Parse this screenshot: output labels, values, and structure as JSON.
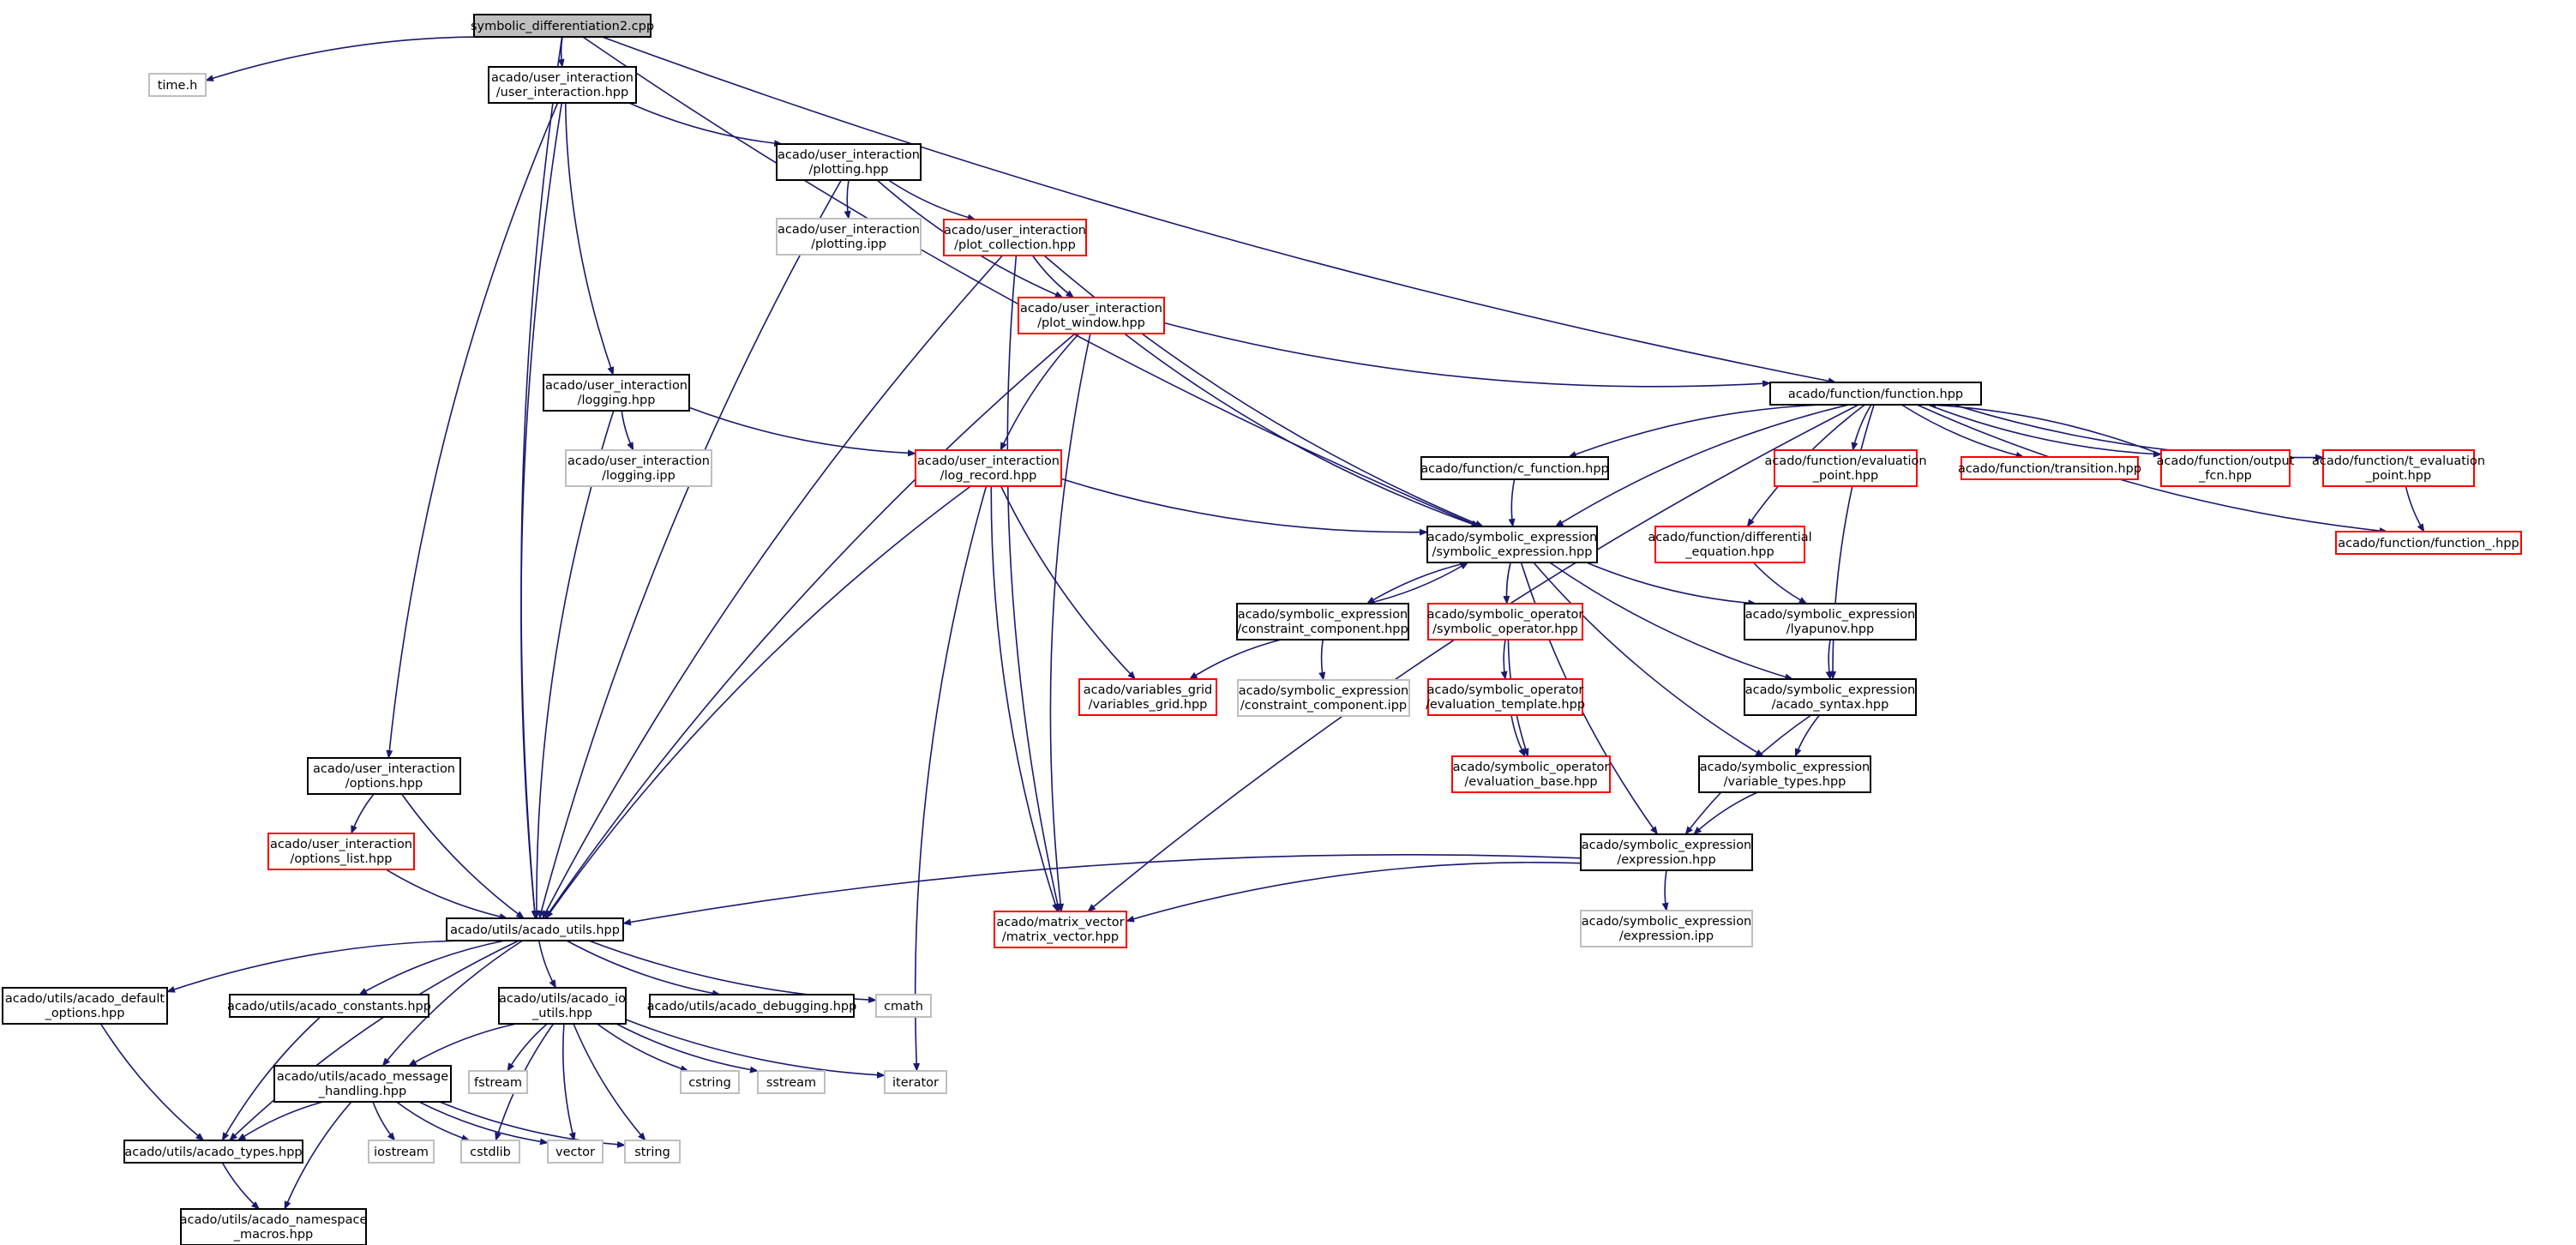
{
  "colors": {
    "edge": "#191970",
    "node_default": "#000000",
    "node_truncated": "#ff0000",
    "node_external": "#bfbfbf",
    "root_fill": "#bfbfbf",
    "background": "#ffffff"
  },
  "nodes": [
    {
      "id": "root",
      "style": "root",
      "lines": [
        "symbolic_differentiation2.cpp"
      ]
    },
    {
      "id": "time_h",
      "style": "external",
      "lines": [
        "time.h"
      ]
    },
    {
      "id": "ui",
      "style": "default",
      "lines": [
        "acado/user_interaction",
        "/user_interaction.hpp"
      ]
    },
    {
      "id": "plotting",
      "style": "default",
      "lines": [
        "acado/user_interaction",
        "/plotting.hpp"
      ]
    },
    {
      "id": "plotting_ipp",
      "style": "external",
      "lines": [
        "acado/user_interaction",
        "/plotting.ipp"
      ]
    },
    {
      "id": "plot_collection",
      "style": "truncated",
      "lines": [
        "acado/user_interaction",
        "/plot_collection.hpp"
      ]
    },
    {
      "id": "plot_window",
      "style": "truncated",
      "lines": [
        "acado/user_interaction",
        "/plot_window.hpp"
      ]
    },
    {
      "id": "logging",
      "style": "default",
      "lines": [
        "acado/user_interaction",
        "/logging.hpp"
      ]
    },
    {
      "id": "logging_ipp",
      "style": "external",
      "lines": [
        "acado/user_interaction",
        "/logging.ipp"
      ]
    },
    {
      "id": "log_record",
      "style": "truncated",
      "lines": [
        "acado/user_interaction",
        "/log_record.hpp"
      ]
    },
    {
      "id": "function",
      "style": "default",
      "lines": [
        "acado/function/function.hpp"
      ]
    },
    {
      "id": "c_function",
      "style": "default",
      "lines": [
        "acado/function/c_function.hpp"
      ]
    },
    {
      "id": "eval_point",
      "style": "truncated",
      "lines": [
        "acado/function/evaluation",
        "_point.hpp"
      ]
    },
    {
      "id": "transition",
      "style": "truncated",
      "lines": [
        "acado/function/transition.hpp"
      ]
    },
    {
      "id": "output_fcn",
      "style": "truncated",
      "lines": [
        "acado/function/output",
        "_fcn.hpp"
      ]
    },
    {
      "id": "t_eval_point",
      "style": "truncated",
      "lines": [
        "acado/function/t_evaluation",
        "_point.hpp"
      ]
    },
    {
      "id": "function_",
      "style": "truncated",
      "lines": [
        "acado/function/function_.hpp"
      ]
    },
    {
      "id": "diff_eq",
      "style": "truncated",
      "lines": [
        "acado/function/differential",
        "_equation.hpp"
      ]
    },
    {
      "id": "sym_expr",
      "style": "default",
      "lines": [
        "acado/symbolic_expression",
        "/symbolic_expression.hpp"
      ]
    },
    {
      "id": "constraint_comp",
      "style": "default",
      "lines": [
        "acado/symbolic_expression",
        "/constraint_component.hpp"
      ]
    },
    {
      "id": "constraint_comp_ipp",
      "style": "external",
      "lines": [
        "acado/symbolic_expression",
        "/constraint_component.ipp"
      ]
    },
    {
      "id": "sym_operator",
      "style": "truncated",
      "lines": [
        "acado/symbolic_operator",
        "/symbolic_operator.hpp"
      ]
    },
    {
      "id": "eval_template",
      "style": "truncated",
      "lines": [
        "acado/symbolic_operator",
        "/evaluation_template.hpp"
      ]
    },
    {
      "id": "eval_base",
      "style": "truncated",
      "lines": [
        "acado/symbolic_operator",
        "/evaluation_base.hpp"
      ]
    },
    {
      "id": "lyapunov",
      "style": "default",
      "lines": [
        "acado/symbolic_expression",
        "/lyapunov.hpp"
      ]
    },
    {
      "id": "acado_syntax",
      "style": "default",
      "lines": [
        "acado/symbolic_expression",
        "/acado_syntax.hpp"
      ]
    },
    {
      "id": "variable_types",
      "style": "default",
      "lines": [
        "acado/symbolic_expression",
        "/variable_types.hpp"
      ]
    },
    {
      "id": "expression",
      "style": "default",
      "lines": [
        "acado/symbolic_expression",
        "/expression.hpp"
      ]
    },
    {
      "id": "expression_ipp",
      "style": "external",
      "lines": [
        "acado/symbolic_expression",
        "/expression.ipp"
      ]
    },
    {
      "id": "variables_grid",
      "style": "truncated",
      "lines": [
        "acado/variables_grid",
        "/variables_grid.hpp"
      ]
    },
    {
      "id": "matrix_vector",
      "style": "truncated",
      "lines": [
        "acado/matrix_vector",
        "/matrix_vector.hpp"
      ]
    },
    {
      "id": "options",
      "style": "default",
      "lines": [
        "acado/user_interaction",
        "/options.hpp"
      ]
    },
    {
      "id": "options_list",
      "style": "truncated",
      "lines": [
        "acado/user_interaction",
        "/options_list.hpp"
      ]
    },
    {
      "id": "acado_utils",
      "style": "default",
      "lines": [
        "acado/utils/acado_utils.hpp"
      ]
    },
    {
      "id": "default_options",
      "style": "default",
      "lines": [
        "acado/utils/acado_default",
        "_options.hpp"
      ]
    },
    {
      "id": "constants",
      "style": "default",
      "lines": [
        "acado/utils/acado_constants.hpp"
      ]
    },
    {
      "id": "io_utils",
      "style": "default",
      "lines": [
        "acado/utils/acado_io",
        "_utils.hpp"
      ]
    },
    {
      "id": "debugging",
      "style": "default",
      "lines": [
        "acado/utils/acado_debugging.hpp"
      ]
    },
    {
      "id": "cmath",
      "style": "external",
      "lines": [
        "cmath"
      ]
    },
    {
      "id": "message_handling",
      "style": "default",
      "lines": [
        "acado/utils/acado_message",
        "_handling.hpp"
      ]
    },
    {
      "id": "fstream",
      "style": "external",
      "lines": [
        "fstream"
      ]
    },
    {
      "id": "cstring",
      "style": "external",
      "lines": [
        "cstring"
      ]
    },
    {
      "id": "sstream",
      "style": "external",
      "lines": [
        "sstream"
      ]
    },
    {
      "id": "iterator",
      "style": "external",
      "lines": [
        "iterator"
      ]
    },
    {
      "id": "types",
      "style": "default",
      "lines": [
        "acado/utils/acado_types.hpp"
      ]
    },
    {
      "id": "iostream",
      "style": "external",
      "lines": [
        "iostream"
      ]
    },
    {
      "id": "cstdlib",
      "style": "external",
      "lines": [
        "cstdlib"
      ]
    },
    {
      "id": "vector",
      "style": "external",
      "lines": [
        "vector"
      ]
    },
    {
      "id": "string",
      "style": "external",
      "lines": [
        "string"
      ]
    },
    {
      "id": "namespace_macros",
      "style": "default",
      "lines": [
        "acado/utils/acado_namespace",
        "_macros.hpp"
      ]
    }
  ],
  "edges": [
    [
      "root",
      "time_h"
    ],
    [
      "root",
      "ui"
    ],
    [
      "root",
      "acado_utils"
    ],
    [
      "root",
      "sym_expr"
    ],
    [
      "root",
      "function"
    ],
    [
      "ui",
      "plotting"
    ],
    [
      "ui",
      "logging"
    ],
    [
      "ui",
      "options"
    ],
    [
      "ui",
      "acado_utils"
    ],
    [
      "plotting",
      "plotting_ipp"
    ],
    [
      "plotting",
      "plot_collection"
    ],
    [
      "plotting",
      "plot_window"
    ],
    [
      "plotting",
      "acado_utils"
    ],
    [
      "plot_collection",
      "plot_window"
    ],
    [
      "plot_collection",
      "acado_utils"
    ],
    [
      "plot_collection",
      "matrix_vector"
    ],
    [
      "plot_collection",
      "sym_expr"
    ],
    [
      "plot_window",
      "function"
    ],
    [
      "plot_window",
      "log_record"
    ],
    [
      "plot_window",
      "sym_expr"
    ],
    [
      "plot_window",
      "matrix_vector"
    ],
    [
      "plot_window",
      "acado_utils"
    ],
    [
      "logging",
      "logging_ipp"
    ],
    [
      "logging",
      "log_record"
    ],
    [
      "logging",
      "acado_utils"
    ],
    [
      "log_record",
      "sym_expr"
    ],
    [
      "log_record",
      "variables_grid"
    ],
    [
      "log_record",
      "matrix_vector"
    ],
    [
      "log_record",
      "acado_utils"
    ],
    [
      "log_record",
      "iterator"
    ],
    [
      "function",
      "c_function"
    ],
    [
      "function",
      "eval_point"
    ],
    [
      "function",
      "transition"
    ],
    [
      "function",
      "output_fcn"
    ],
    [
      "function",
      "t_eval_point"
    ],
    [
      "function",
      "function_"
    ],
    [
      "function",
      "diff_eq"
    ],
    [
      "function",
      "sym_expr"
    ],
    [
      "function",
      "acado_syntax"
    ],
    [
      "function",
      "matrix_vector"
    ],
    [
      "output_fcn",
      "function"
    ],
    [
      "t_eval_point",
      "function_"
    ],
    [
      "c_function",
      "sym_expr"
    ],
    [
      "diff_eq",
      "lyapunov"
    ],
    [
      "sym_expr",
      "constraint_comp"
    ],
    [
      "sym_expr",
      "sym_operator"
    ],
    [
      "sym_expr",
      "lyapunov"
    ],
    [
      "sym_expr",
      "acado_syntax"
    ],
    [
      "sym_expr",
      "variable_types"
    ],
    [
      "sym_expr",
      "expression"
    ],
    [
      "constraint_comp",
      "sym_expr"
    ],
    [
      "constraint_comp",
      "constraint_comp_ipp"
    ],
    [
      "constraint_comp",
      "variables_grid"
    ],
    [
      "sym_operator",
      "eval_template"
    ],
    [
      "sym_operator",
      "eval_base"
    ],
    [
      "eval_template",
      "eval_base"
    ],
    [
      "lyapunov",
      "acado_syntax"
    ],
    [
      "acado_syntax",
      "variable_types"
    ],
    [
      "acado_syntax",
      "expression"
    ],
    [
      "variable_types",
      "expression"
    ],
    [
      "expression",
      "expression_ipp"
    ],
    [
      "expression",
      "acado_utils"
    ],
    [
      "expression",
      "matrix_vector"
    ],
    [
      "options",
      "options_list"
    ],
    [
      "options",
      "acado_utils"
    ],
    [
      "options_list",
      "acado_utils"
    ],
    [
      "acado_utils",
      "default_options"
    ],
    [
      "acado_utils",
      "constants"
    ],
    [
      "acado_utils",
      "io_utils"
    ],
    [
      "acado_utils",
      "debugging"
    ],
    [
      "acado_utils",
      "cmath"
    ],
    [
      "acado_utils",
      "message_handling"
    ],
    [
      "acado_utils",
      "types"
    ],
    [
      "default_options",
      "types"
    ],
    [
      "constants",
      "types"
    ],
    [
      "io_utils",
      "message_handling"
    ],
    [
      "io_utils",
      "fstream"
    ],
    [
      "io_utils",
      "cstring"
    ],
    [
      "io_utils",
      "sstream"
    ],
    [
      "io_utils",
      "iterator"
    ],
    [
      "io_utils",
      "cstdlib"
    ],
    [
      "io_utils",
      "vector"
    ],
    [
      "io_utils",
      "string"
    ],
    [
      "message_handling",
      "types"
    ],
    [
      "message_handling",
      "iostream"
    ],
    [
      "message_handling",
      "cstdlib"
    ],
    [
      "message_handling",
      "vector"
    ],
    [
      "message_handling",
      "string"
    ],
    [
      "message_handling",
      "namespace_macros"
    ],
    [
      "types",
      "namespace_macros"
    ]
  ]
}
